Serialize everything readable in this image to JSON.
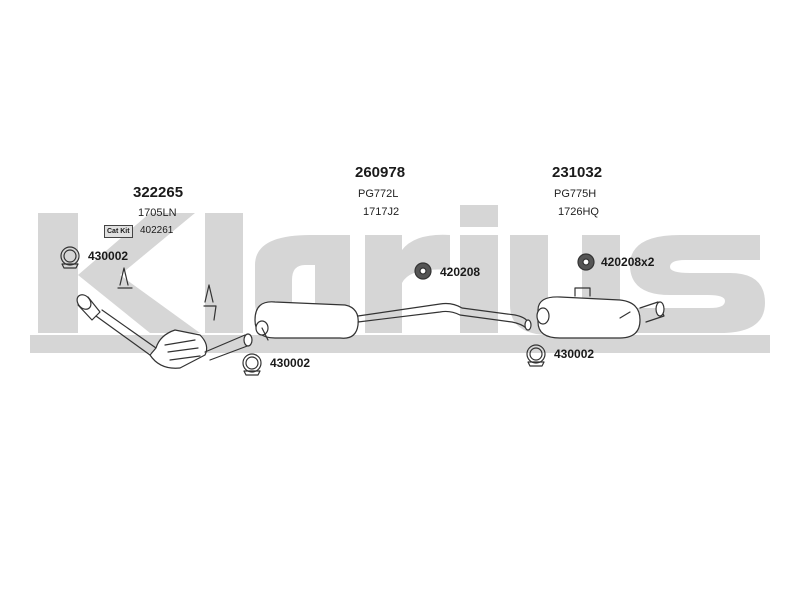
{
  "brand": {
    "watermark_text": "klarius"
  },
  "sections": {
    "front": {
      "part_number": "322265",
      "code": "1705LN",
      "kit_label": "Cat Kit",
      "kit_number": "402261"
    },
    "middle": {
      "part_number": "260978",
      "code1": "PG772L",
      "code2": "1717J2"
    },
    "rear": {
      "part_number": "231032",
      "code1": "PG775H",
      "code2": "1726HQ"
    }
  },
  "accessories": {
    "clamp_top_left": "430002",
    "clamp_bottom": "430002",
    "clamp_right": "430002",
    "rubber_mid": "420208",
    "rubber_rear": "420208x2"
  },
  "colors": {
    "watermark": "#d6d6d6",
    "line": "#333333"
  }
}
